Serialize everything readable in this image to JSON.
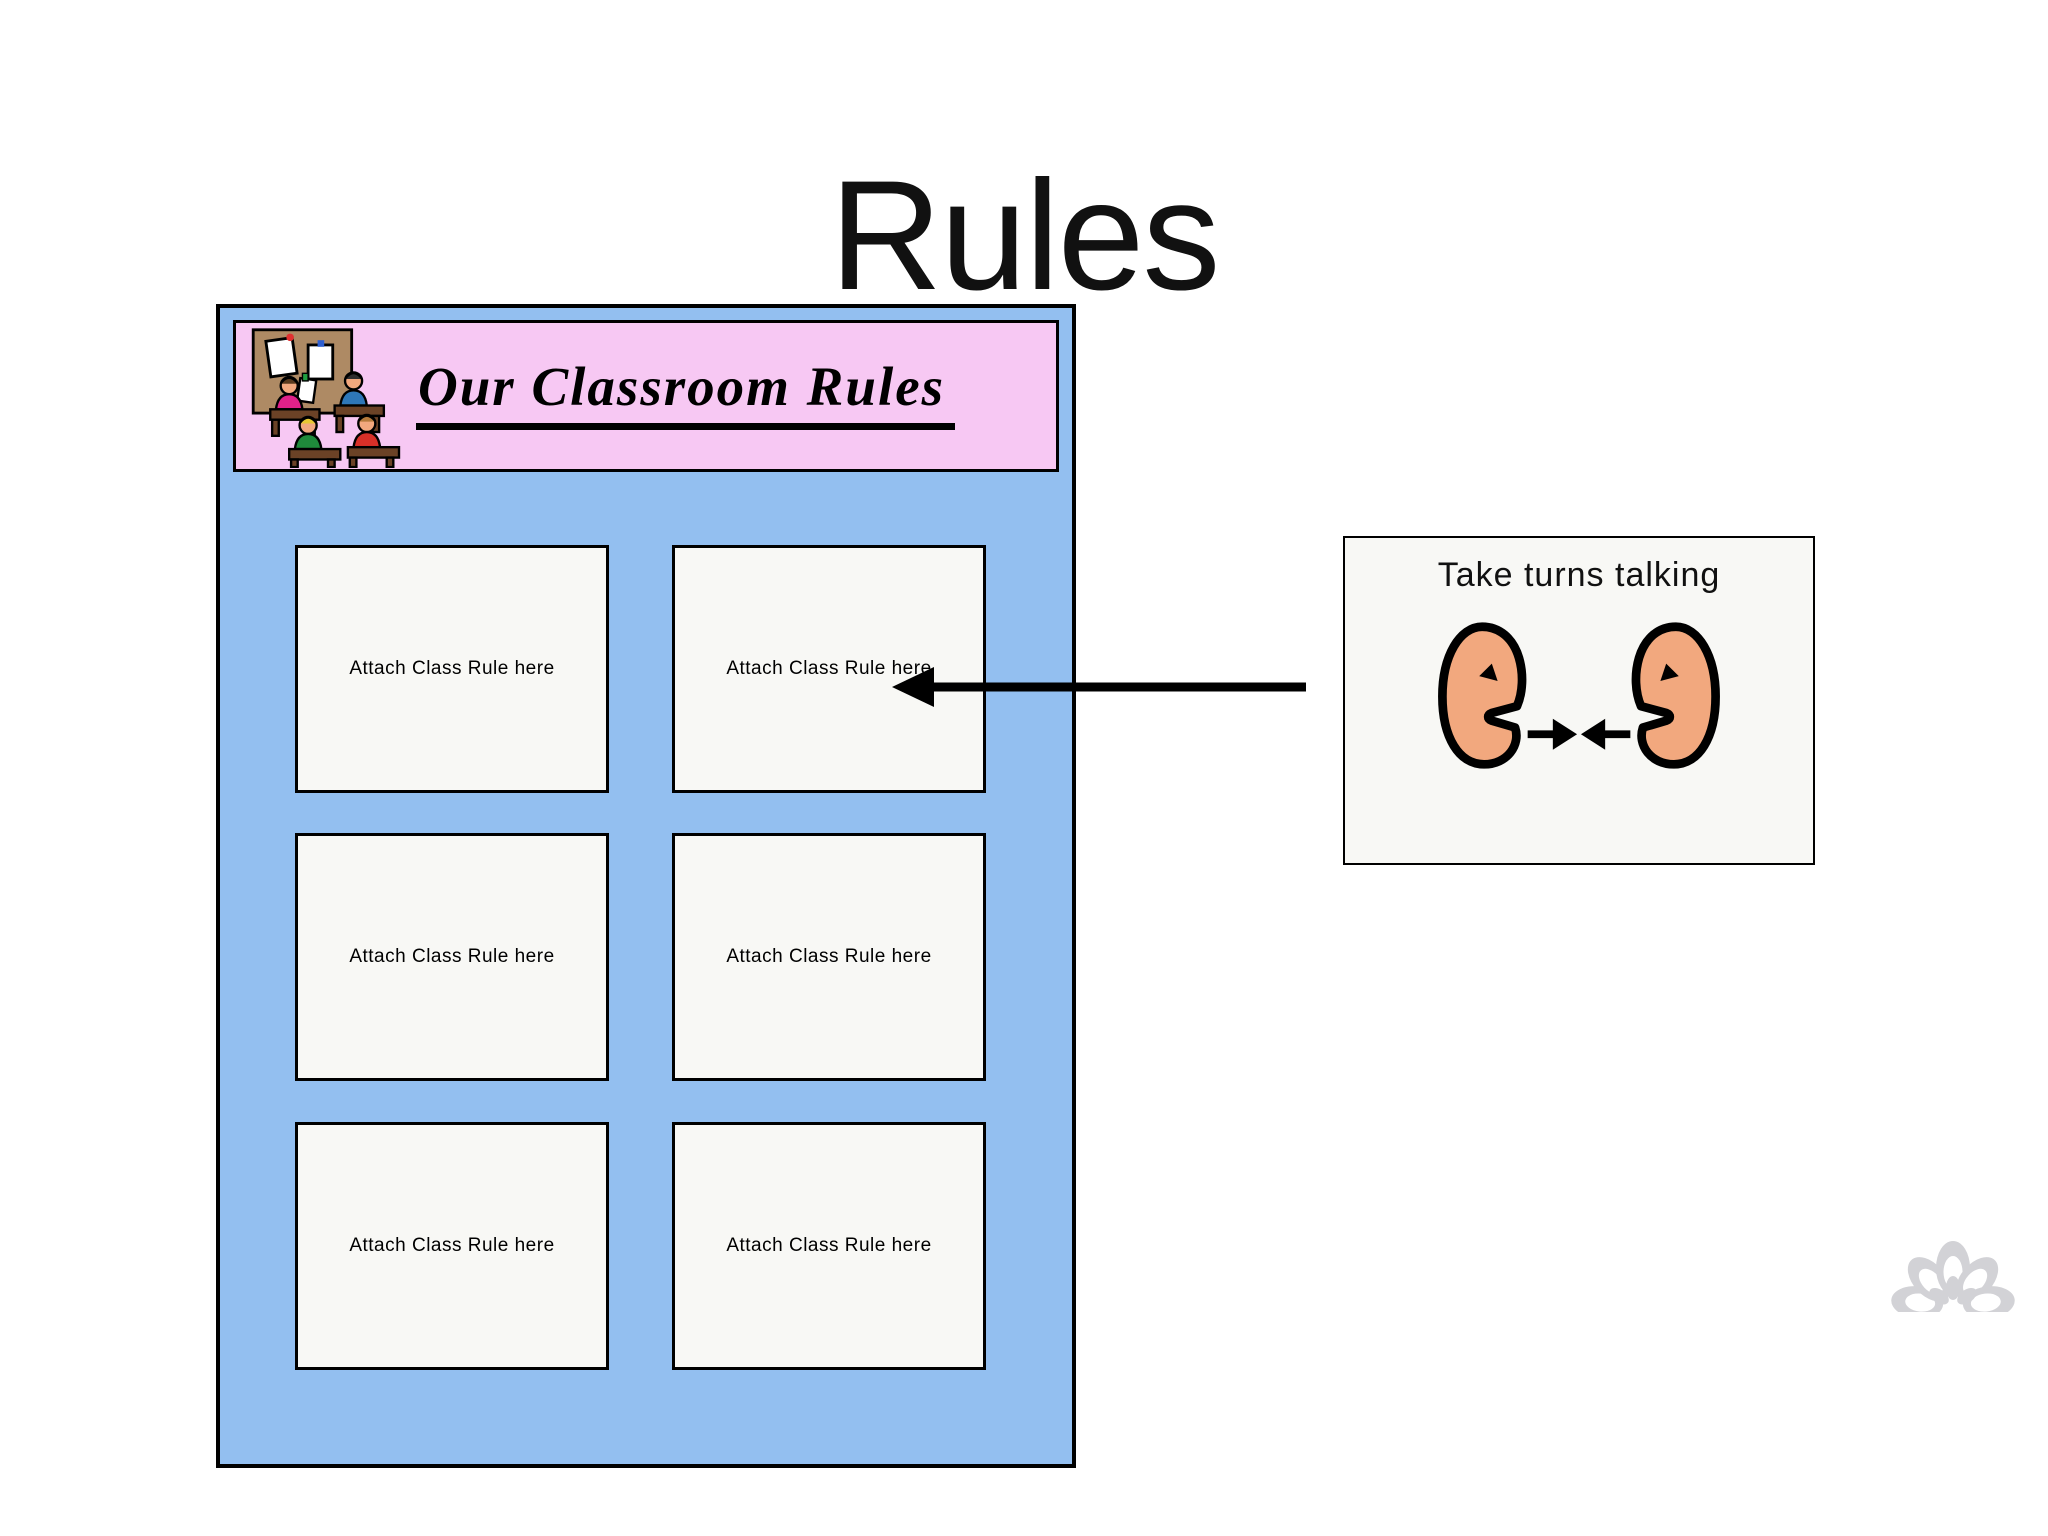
{
  "slide": {
    "title": "Rules"
  },
  "poster": {
    "banner_title": "Our Classroom Rules",
    "boxes": [
      {
        "label": "Attach Class Rule here"
      },
      {
        "label": "Attach Class Rule here"
      },
      {
        "label": "Attach Class Rule here"
      },
      {
        "label": "Attach Class Rule here"
      },
      {
        "label": "Attach Class Rule here"
      },
      {
        "label": "Attach Class Rule here"
      }
    ]
  },
  "callout": {
    "title": "Take turns talking",
    "icon": "two-faces-talking-icon"
  },
  "icons": {
    "clipart": "classroom-scene-clipart",
    "arrow": "left-pointing-arrow",
    "watermark": "flower-petal-watermark"
  },
  "colors": {
    "poster_blue": "#93BFF0",
    "banner_pink": "#F7C8F3",
    "card_bg": "#F8F8F5",
    "skin_tone": "#F2A87E",
    "arrow_black": "#000000",
    "watermark_gray": "#D2D2D6"
  }
}
